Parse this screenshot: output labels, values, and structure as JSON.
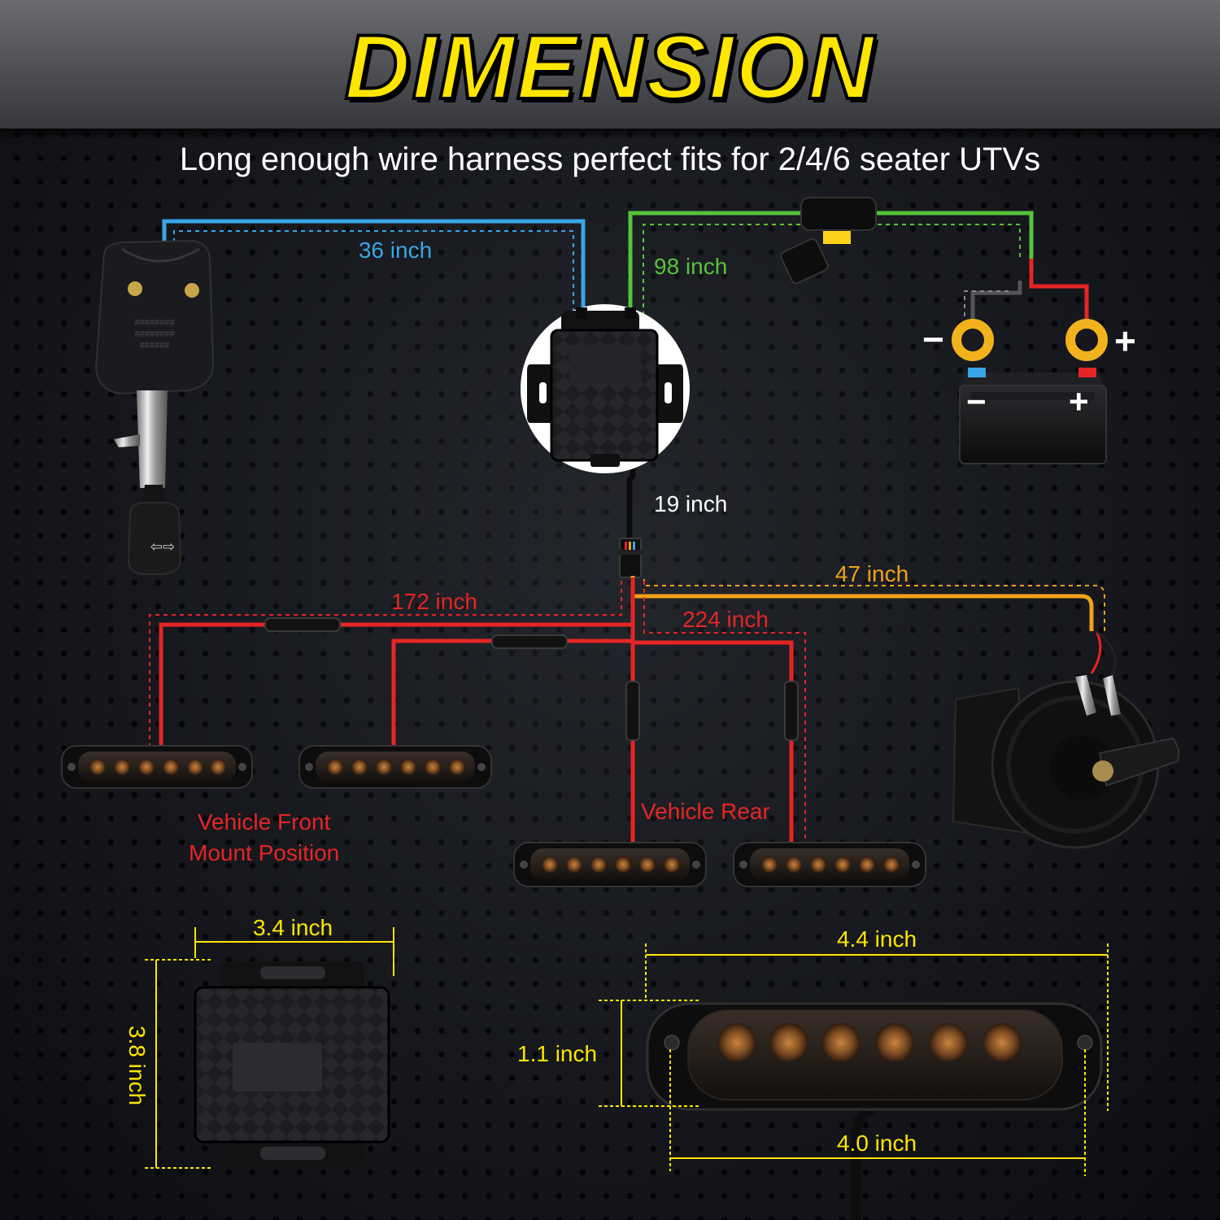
{
  "header": {
    "title": "DIMENSION",
    "subtitle": "Long enough wire harness perfect fits for 2/4/6 seater UTVs"
  },
  "wire_lengths": {
    "switch_wire": "36 inch",
    "power_wire": "98 inch",
    "module_to_connector": "19 inch",
    "horn_wire": "47 inch",
    "front_lights_wire": "172 inch",
    "rear_lights_wire": "224 inch"
  },
  "positions": {
    "front": "Vehicle Front\nMount Position",
    "rear": "Vehicle Rear"
  },
  "battery": {
    "terminal_negative": "−",
    "terminal_positive": "+",
    "case_negative": "−",
    "case_positive": "+"
  },
  "dimensions": {
    "module_width": "3.4 inch",
    "module_height": "3.8 inch",
    "light_overall_length": "4.4 inch",
    "light_height": "1.1 inch",
    "light_hole_spacing": "4.0 inch"
  },
  "colors": {
    "title": "#ffe600",
    "blue_wire": "#3aa6e6",
    "green_wire": "#57c33a",
    "red_wire": "#e52525",
    "orange_wire": "#f2a219",
    "dimension_lines": "#ffe600"
  }
}
